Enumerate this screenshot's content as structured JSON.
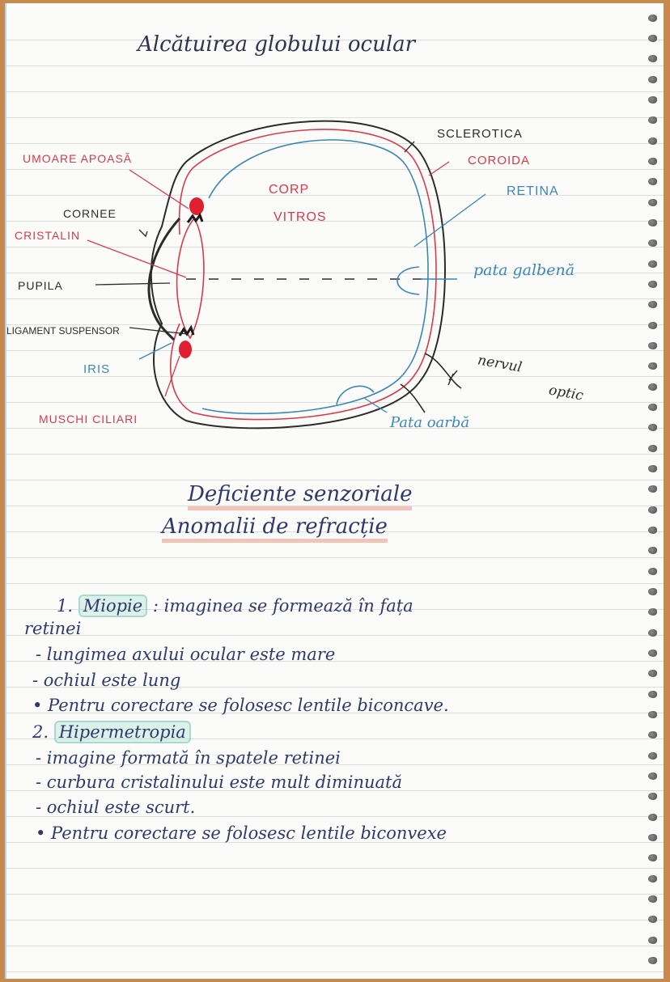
{
  "page": {
    "title": "Alcătuirea globului ocular",
    "colors": {
      "ink_blue": "#2f3a6a",
      "red": "#d9394a",
      "blue": "#3c87b8",
      "black": "#2b2b2b",
      "highlight_green": "#82d2be",
      "underline_salmon": "#ec9682"
    }
  },
  "diagram": {
    "labels": {
      "umoare_apoasa": "UMOARE APOASĂ",
      "cornee": "CORNEE",
      "cristalin": "CRISTALIN",
      "pupila": "PUPILA",
      "ligament_suspensor": "LIGAMENT SUSPENSOR",
      "iris": "IRIS",
      "muschi_ciliari": "MUSCHI CILIARI",
      "corp": "CORP",
      "vitros": "VITROS",
      "sclerotica": "SCLEROTICA",
      "coroida": "COROIDA",
      "retina": "RETINA",
      "pata_galbena": "pata galbenă",
      "nervul": "nervul",
      "optic": "optic",
      "pata_oarba": "Pata oarbă"
    }
  },
  "section": {
    "heading_line1": "Deficiente senzoriale",
    "heading_line2": "Anomalii de refracție"
  },
  "notes": {
    "miopie": {
      "number": "1.",
      "term": "Miopie",
      "definition": ": imaginea se formează în fața",
      "definition_cont": "retinei",
      "points": [
        "- lungimea axului ocular este mare",
        "- ochiul este lung",
        "• Pentru corectare se folosesc lentile biconcave."
      ]
    },
    "hipermetropie": {
      "number": "2.",
      "term": "Hipermetropia",
      "points": [
        "- imagine formată în spatele retinei",
        "- curbura cristalinului este mult diminuată",
        "- ochiul este scurt.",
        "• Pentru corectare se folosesc lentile biconvexe"
      ]
    }
  }
}
